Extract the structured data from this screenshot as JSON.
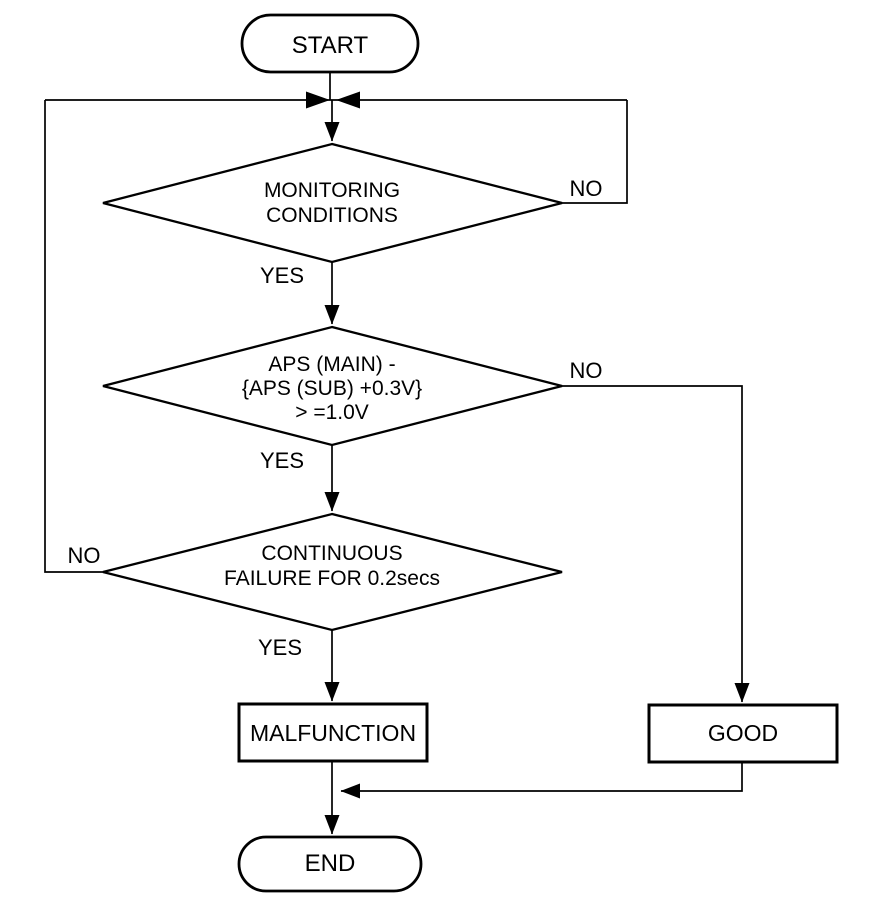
{
  "canvas": {
    "ink": "#000000",
    "bg": "#ffffff"
  },
  "nodes": {
    "start": {
      "type": "terminator",
      "label": "START"
    },
    "monitoring_conditions": {
      "type": "decision",
      "lines": [
        "MONITORING",
        "CONDITIONS"
      ]
    },
    "aps_check": {
      "type": "decision",
      "lines": [
        "APS (MAIN) -",
        "{APS (SUB) +0.3V}",
        "> =1.0V"
      ]
    },
    "continuous_failure": {
      "type": "decision",
      "lines": [
        "CONTINUOUS",
        "FAILURE FOR 0.2secs"
      ]
    },
    "malfunction": {
      "type": "process",
      "label": "MALFUNCTION"
    },
    "good": {
      "type": "process",
      "label": "GOOD"
    },
    "end": {
      "type": "terminator",
      "label": "END"
    }
  },
  "edge_labels": {
    "monitoring_no": "NO",
    "monitoring_yes": "YES",
    "aps_no": "NO",
    "aps_yes": "YES",
    "continuous_no": "NO",
    "continuous_yes": "YES"
  }
}
